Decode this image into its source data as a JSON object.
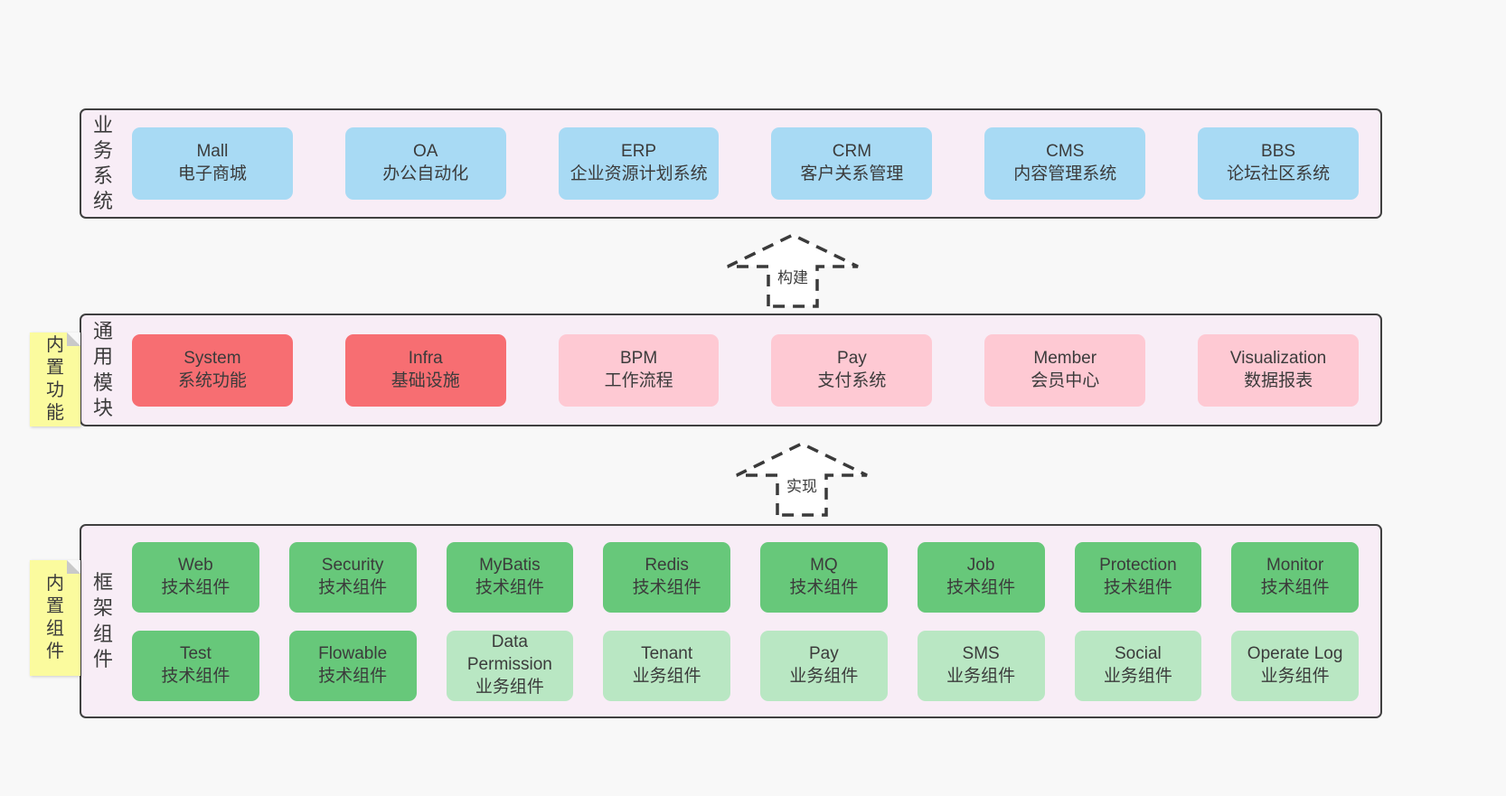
{
  "colors": {
    "page_bg": "#f8f8f8",
    "band_bg": "#f8edf6",
    "band_border": "#404040",
    "blue": "#a8daf4",
    "red": "#f76e72",
    "pink": "#fec9d3",
    "green_dark": "#67c87a",
    "green_light": "#b9e7c3",
    "sticky_yellow": "#fbfb9e",
    "text": "#3b3b3b"
  },
  "band1": {
    "label": "业务系统",
    "boxes": [
      {
        "name": "Mall",
        "desc": "电子商城"
      },
      {
        "name": "OA",
        "desc": "办公自动化"
      },
      {
        "name": "ERP",
        "desc": "企业资源计划系统"
      },
      {
        "name": "CRM",
        "desc": "客户关系管理"
      },
      {
        "name": "CMS",
        "desc": "内容管理系统"
      },
      {
        "name": "BBS",
        "desc": "论坛社区系统"
      }
    ]
  },
  "arrow1": {
    "label": "构建"
  },
  "band2": {
    "label": "通用模块",
    "sticky": "内置功能",
    "boxes": [
      {
        "name": "System",
        "desc": "系统功能"
      },
      {
        "name": "Infra",
        "desc": "基础设施"
      },
      {
        "name": "BPM",
        "desc": "工作流程"
      },
      {
        "name": "Pay",
        "desc": "支付系统"
      },
      {
        "name": "Member",
        "desc": "会员中心"
      },
      {
        "name": "Visualization",
        "desc": "数据报表"
      }
    ]
  },
  "arrow2": {
    "label": "实现"
  },
  "band3": {
    "label": "框架组件",
    "sticky": "内置组件",
    "row1": [
      {
        "name": "Web",
        "desc": "技术组件"
      },
      {
        "name": "Security",
        "desc": "技术组件"
      },
      {
        "name": "MyBatis",
        "desc": "技术组件"
      },
      {
        "name": "Redis",
        "desc": "技术组件"
      },
      {
        "name": "MQ",
        "desc": "技术组件"
      },
      {
        "name": "Job",
        "desc": "技术组件"
      },
      {
        "name": "Protection",
        "desc": "技术组件"
      },
      {
        "name": "Monitor",
        "desc": "技术组件"
      }
    ],
    "row2": [
      {
        "name": "Test",
        "desc": "技术组件"
      },
      {
        "name": "Flowable",
        "desc": "技术组件"
      },
      {
        "name": "Data Permission",
        "desc": "业务组件"
      },
      {
        "name": "Tenant",
        "desc": "业务组件"
      },
      {
        "name": "Pay",
        "desc": "业务组件"
      },
      {
        "name": "SMS",
        "desc": "业务组件"
      },
      {
        "name": "Social",
        "desc": "业务组件"
      },
      {
        "name": "Operate Log",
        "desc": "业务组件"
      }
    ]
  }
}
